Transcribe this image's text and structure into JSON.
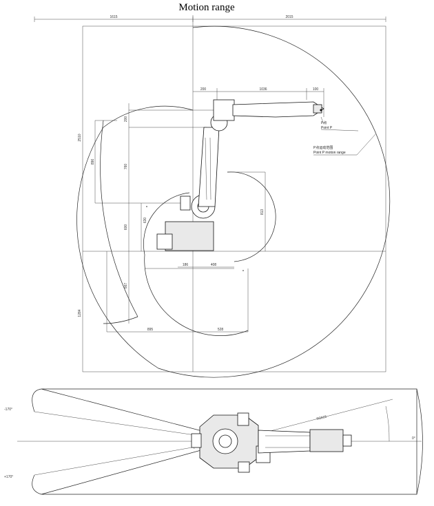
{
  "title": "Motion range",
  "side_view": {
    "dims": {
      "top_left": "1615",
      "top_right": "2015",
      "arm_offset": "200",
      "arm_length": "1036",
      "wrist": "100",
      "height_upper": "200",
      "height_760": "760",
      "height_896": "896",
      "height_600": "600",
      "height_630": "630",
      "overall_height": "2510",
      "height_813": "813",
      "lower_height": "667",
      "total_low": "1284",
      "base_186": "186",
      "base_408": "408",
      "reach_895": "895",
      "reach_528": "528"
    },
    "point_p_cn": "P点",
    "point_p_en": "Point P",
    "motion_range_cn": "P点运动范围",
    "motion_range_en": "Point P motion range"
  },
  "top_view": {
    "angle_neg": "-170°",
    "angle_pos": "+170°",
    "angle_zero": "0°",
    "radius": "R2015"
  }
}
